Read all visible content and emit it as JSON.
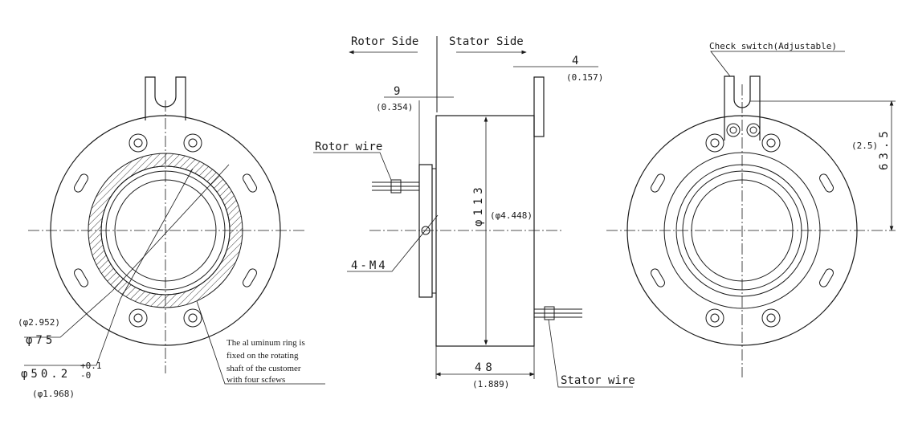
{
  "labels": {
    "rotor_side": "Rotor Side",
    "stator_side": "Stator Side",
    "rotor_wire": "Rotor wire",
    "stator_wire": "Stator wire",
    "check_switch": "Check switch(Adjustable)",
    "m4": "4-M4"
  },
  "dims": {
    "d4": "4",
    "d4_in": "(0.157)",
    "d9": "9",
    "d9_in": "(0.354)",
    "d113": "φ113",
    "d113_in": "(φ4.448)",
    "d48": "48",
    "d48_in": "(1.889)",
    "d63": "63.5",
    "d63_in": "(2.5)",
    "d75_in": "(φ2.952)",
    "d75": "φ75",
    "d50": "φ50.2",
    "d50_tol_plus": "+0.1",
    "d50_tol_zero": "-0",
    "d50_in": "(φ1.968)"
  },
  "note": {
    "line1": "The al uminum ring is",
    "line2": "fixed on the rotating",
    "line3": "shaft of the customer",
    "line4": "with four scfews"
  }
}
